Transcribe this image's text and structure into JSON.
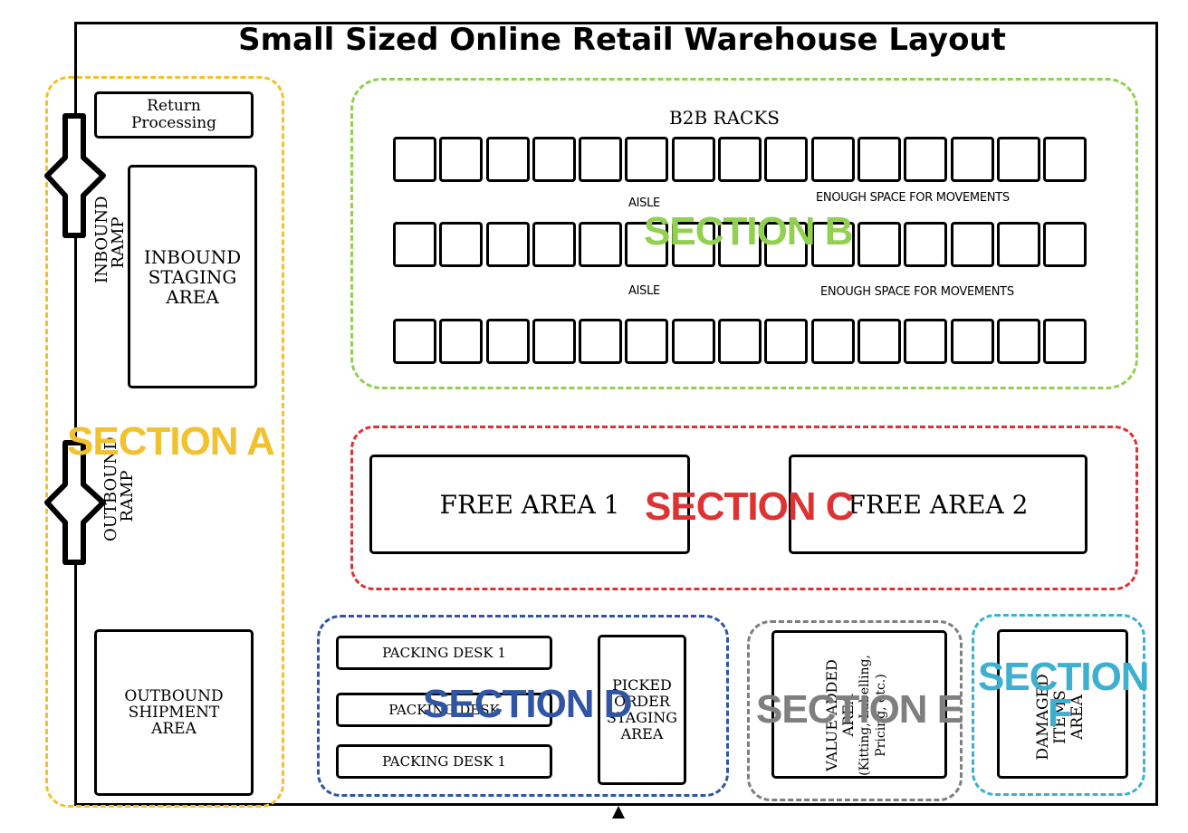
{
  "title": "Small Sized Online Retail Warehouse Layout",
  "sections": {
    "a": {
      "label": "SECTION A",
      "color": "#F2C12E"
    },
    "b": {
      "label": "SECTION B",
      "color": "#92D050"
    },
    "c": {
      "label": "SECTION C",
      "color": "#DD3333"
    },
    "d": {
      "label": "SECTION D",
      "color": "#2F55A4"
    },
    "e": {
      "label": "SECTION E",
      "color": "#7F7F7F"
    },
    "f": {
      "label": "SECTION F",
      "color": "#3DB0CF"
    }
  },
  "areas": {
    "return_processing": "Return Processing",
    "inbound_ramp": "INBOUND RAMP",
    "inbound_staging": "INBOUND STAGING AREA",
    "outbound_ramp": "OUTBOUND RAMP",
    "outbound_shipment": "OUTBOUND SHIPMENT AREA",
    "b2b_racks": "B2B RACKS",
    "aisle_1": "AISLE",
    "aisle_2": "AISLE",
    "movement_1": "ENOUGH SPACE FOR MOVEMENTS",
    "movement_2": "ENOUGH SPACE FOR MOVEMENTS",
    "free_area_1": "FREE AREA 1",
    "free_area_2": "FREE AREA 2",
    "packing_desk_1": "PACKING DESK 1",
    "packing_desk_2": "PACKING DESK",
    "packing_desk_3": "PACKING DESK 1",
    "picked_order_staging": "PICKED ORDER STAGING AREA",
    "value_added": "VALUE ADDED AREA",
    "value_added_note": "(Kitting, Labelling, Pricing, etc.)",
    "damaged_items": "DAMAGED ITEMS AREA"
  },
  "rack_rows": [
    15,
    15,
    15
  ]
}
